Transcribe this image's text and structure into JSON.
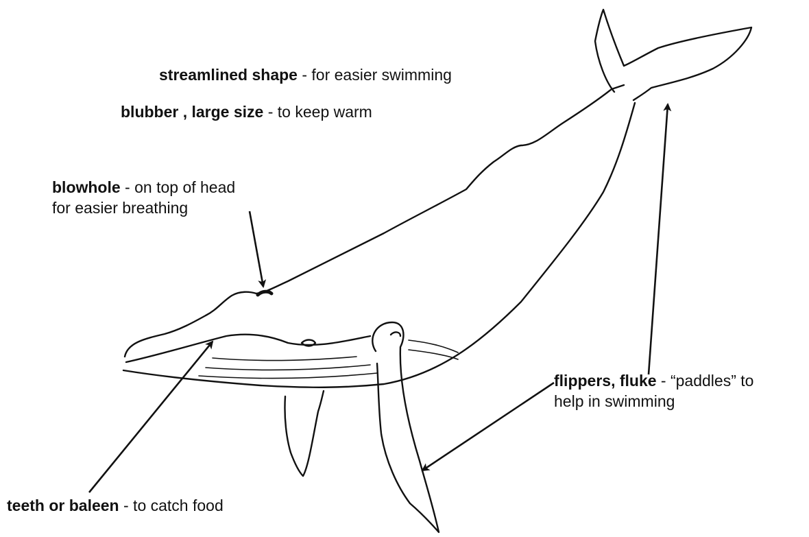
{
  "colors": {
    "ink": "#111111",
    "background": "#ffffff"
  },
  "labels": {
    "streamlined": {
      "term": "streamlined shape",
      "desc": " - for easier swimming"
    },
    "blubber": {
      "term": "blubber , large size",
      "desc": " - to keep warm"
    },
    "blowhole": {
      "term": "blowhole",
      "desc_line1": " - on top of head",
      "desc_line2": "for easier breathing"
    },
    "flippers": {
      "term": "flippers, fluke",
      "desc_line1": " - “paddles” to",
      "desc_line2": "help in swimming"
    },
    "teeth": {
      "term": "teeth or baleen",
      "desc": " - to catch food"
    }
  }
}
